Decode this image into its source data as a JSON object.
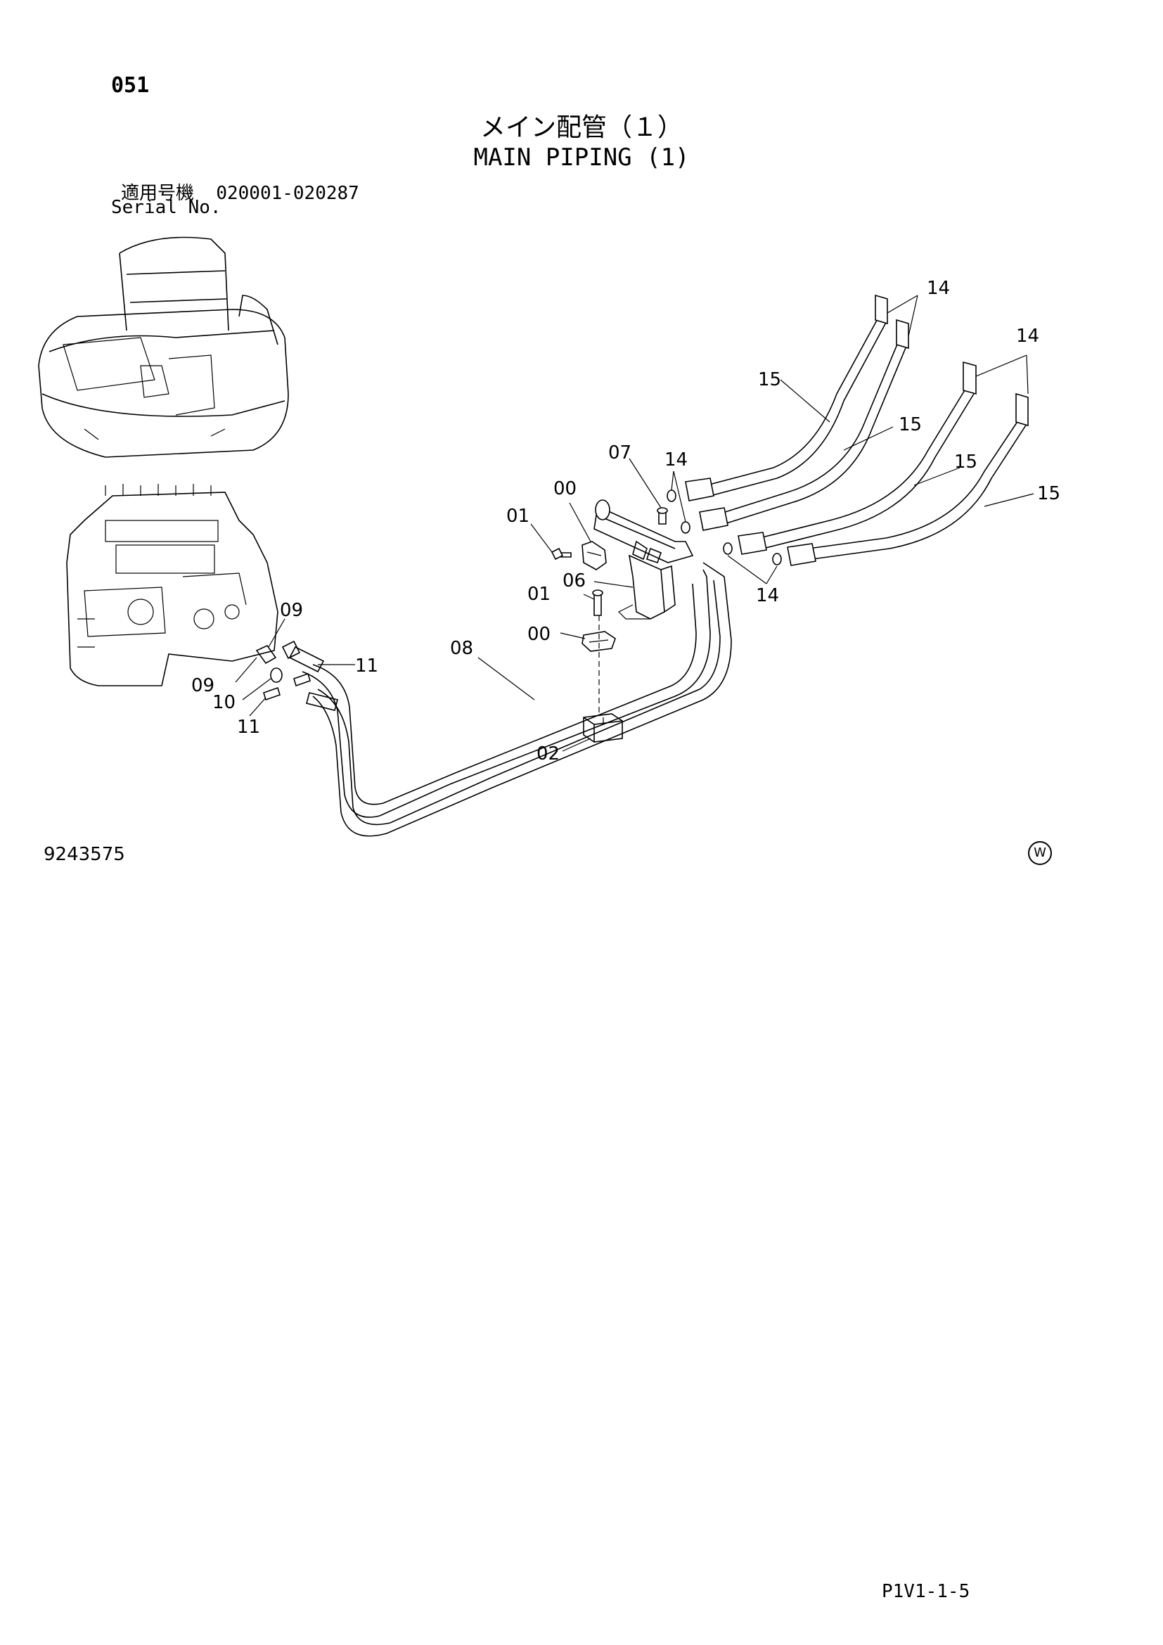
{
  "header": {
    "page_number": "051",
    "title_ja": "メイン配管（１）",
    "title_en": "MAIN PIPING (1)",
    "serial_label_ja": "適用号機",
    "serial_range": "020001-020287",
    "serial_label_en": "Serial No."
  },
  "diagram": {
    "callouts": {
      "c14a": "14",
      "c14b": "14",
      "c15a": "15",
      "c15b": "15",
      "c15c": "15",
      "c15d": "15",
      "c07": "07",
      "c14c": "14",
      "c00a": "00",
      "c01a": "01",
      "c06": "06",
      "c14d": "14",
      "c01b": "01",
      "c00b": "00",
      "c08": "08",
      "c09a": "09",
      "c11a": "11",
      "c09b": "09",
      "c10": "10",
      "c11b": "11",
      "c02": "02"
    }
  },
  "footer": {
    "drawing_number": "9243575",
    "w_mark": "W",
    "page_code": "P1V1-1-5"
  }
}
